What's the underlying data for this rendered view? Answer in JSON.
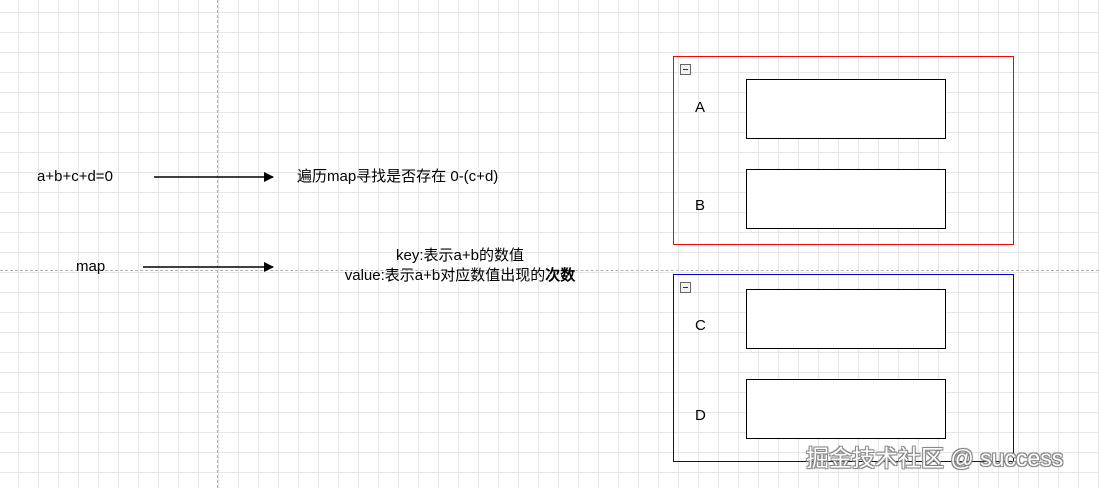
{
  "formula": {
    "equation": "a+b+c+d=0",
    "result": "遍历map寻找是否存在 0-(c+d)"
  },
  "map": {
    "label": "map",
    "key_line": "key:表示a+b的数值",
    "value_line_prefix": "value:表示a+b对应数值出现的",
    "value_line_bold": "次数"
  },
  "groups": [
    {
      "color": "#ff0000",
      "nodes": [
        "A",
        "B"
      ]
    },
    {
      "color": "#0000cc",
      "nodes": [
        "C",
        "D"
      ]
    }
  ],
  "watermark": "掘金技术社区 @ success"
}
